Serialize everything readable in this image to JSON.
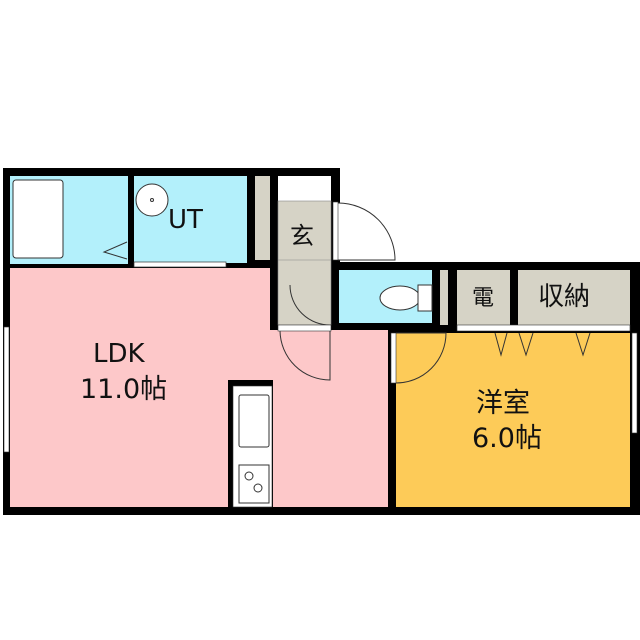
{
  "rooms": {
    "unit_bath": {
      "label": "UT"
    },
    "entrance": {
      "label": "玄"
    },
    "electric": {
      "label": "電"
    },
    "storage": {
      "label": "収納"
    },
    "ldk": {
      "label": "LDK",
      "size": "11.0帖"
    },
    "western_room": {
      "label": "洋室",
      "size": "6.0帖"
    }
  },
  "colors": {
    "wall": "#000000",
    "wet_area": "#b3f0fb",
    "ldk": "#fdc8c9",
    "western_room": "#fdcb58",
    "utility": "#d6d3c6"
  }
}
